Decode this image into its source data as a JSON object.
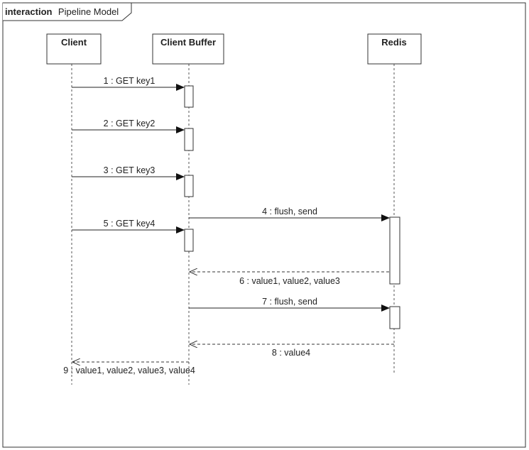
{
  "frame": {
    "keyword": "interaction",
    "name": "Pipeline Model"
  },
  "participants": [
    {
      "id": "client",
      "label": "Client"
    },
    {
      "id": "buffer",
      "label": "Client Buffer"
    },
    {
      "id": "redis",
      "label": "Redis"
    }
  ],
  "messages": [
    {
      "id": "m1",
      "label": "1 : GET key1",
      "from": "client",
      "to": "buffer",
      "kind": "sync"
    },
    {
      "id": "m2",
      "label": "2 : GET key2",
      "from": "client",
      "to": "buffer",
      "kind": "sync"
    },
    {
      "id": "m3",
      "label": "3 : GET key3",
      "from": "client",
      "to": "buffer",
      "kind": "sync"
    },
    {
      "id": "m4",
      "label": "4 : flush, send",
      "from": "buffer",
      "to": "redis",
      "kind": "sync"
    },
    {
      "id": "m5",
      "label": "5 : GET key4",
      "from": "client",
      "to": "buffer",
      "kind": "sync"
    },
    {
      "id": "m6",
      "label": "6 : value1, value2, value3",
      "from": "redis",
      "to": "buffer",
      "kind": "reply"
    },
    {
      "id": "m7",
      "label": "7 : flush, send",
      "from": "buffer",
      "to": "redis",
      "kind": "sync"
    },
    {
      "id": "m8",
      "label": "8 : value4",
      "from": "redis",
      "to": "buffer",
      "kind": "reply"
    },
    {
      "id": "m9",
      "label": "9 : value1, value2, value3, value4",
      "from": "buffer",
      "to": "client",
      "kind": "reply"
    }
  ],
  "colors": {
    "line": "#222222",
    "lifeline": "#555555",
    "box_fill": "#ffffff"
  }
}
